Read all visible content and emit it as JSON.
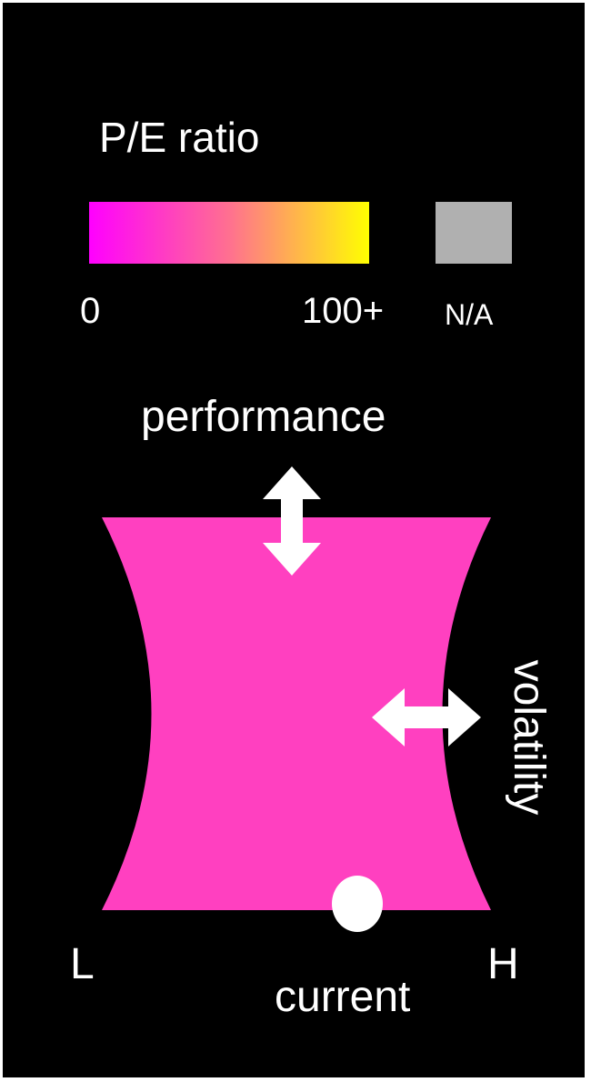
{
  "legend": {
    "title": "P/E ratio",
    "min_label": "0",
    "max_label": "100+",
    "na_label": "N/A",
    "gradient_start_color": "#ff00ff",
    "gradient_mid_color": "#ff7090",
    "gradient_end_color": "#ffff00",
    "na_color": "#b0b0b0"
  },
  "diagram": {
    "shape_color": "#ff40c0",
    "performance_label": "performance",
    "volatility_label": "volatility",
    "axis_low_label": "L",
    "axis_high_label": "H",
    "current_label": "current",
    "arrow_color": "#ffffff",
    "marker_color": "#ffffff"
  }
}
